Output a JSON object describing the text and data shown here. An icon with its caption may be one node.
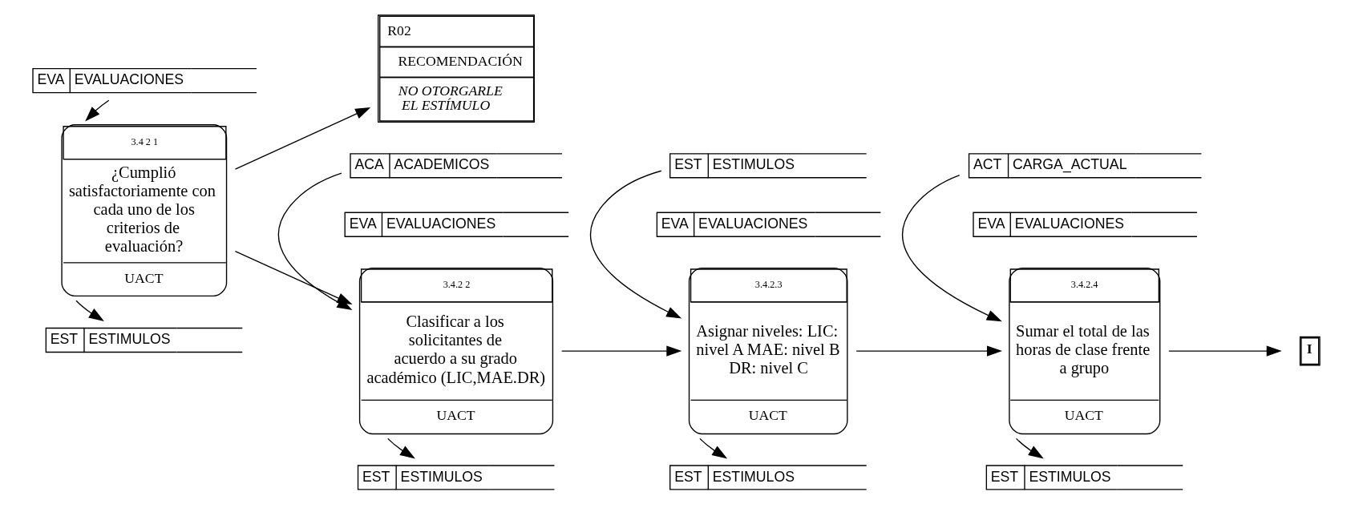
{
  "diagram": {
    "nodes": [
      {
        "text": [
          "EST",
          "ESTIMULOS"
        ]
      },
      {
        "text": [
          "3.4 2 1",
          "¿Cumplió satisfactoriamente con cada uno de los criterios de evaluación?",
          "UACT"
        ]
      },
      {
        "text": [
          "EVA",
          "EVALUACIONES"
        ]
      },
      {
        "text": [
          "EST",
          "ESTIMULOS"
        ]
      },
      {
        "text": [
          "3.4.2 2",
          "Clasificar a los solicitantes de acuerdo a su grado académico (LIC,MAE.DR)",
          "UACT"
        ]
      },
      {
        "text": [
          "ACA",
          "ACADEMICOS"
        ]
      },
      {
        "text": [
          "EVA",
          "EVALUACIONES"
        ]
      },
      {
        "text": [
          "EST",
          "ESTIMULOS"
        ]
      },
      {
        "text": [
          "3.4.2.3",
          "Asignar niveles: LIC: nivel A MAE: nivel B DR: nivel C",
          "UACT"
        ]
      },
      {
        "text": [
          "EST",
          "ESTIMULOS"
        ]
      },
      {
        "text": [
          "EVA",
          "EVALUACIONES"
        ]
      },
      {
        "text": [
          "EST",
          "ESTIMULOS"
        ]
      },
      {
        "text": [
          "3.4.2.4",
          "Sumar el total de las horas de clase frente a grupo",
          "UACT"
        ]
      },
      {
        "text": [
          "ACT",
          "CARGA_ACTUAL"
        ]
      },
      {
        "text": [
          "EVA",
          "EVALUACIONES"
        ]
      },
      {
        "text": [
          "I"
        ]
      },
      {
        "text": [
          "R02",
          "RECOMENDACIÓN",
          "NO OTORGARLE EL ESTÍMULO"
        ]
      }
    ],
    "edges": [
      {
        "from": 1,
        "to": 0,
        "arrow": "to"
      },
      {
        "from": 2,
        "to": 1,
        "arrow": "to"
      },
      {
        "from": 1,
        "to": 4,
        "arrow": "to"
      },
      {
        "from": 4,
        "to": 3,
        "arrow": "to"
      },
      {
        "from": 5,
        "to": 4,
        "arrow": "to"
      },
      {
        "from": 1,
        "to": 16,
        "arrow": "to"
      },
      {
        "from": 4,
        "to": 8,
        "arrow": "to"
      },
      {
        "from": 8,
        "to": 7,
        "arrow": "to"
      },
      {
        "from": 9,
        "to": 8,
        "arrow": "to"
      },
      {
        "from": 8,
        "to": 12,
        "arrow": "to"
      },
      {
        "from": 12,
        "to": 11,
        "arrow": "to"
      },
      {
        "from": 13,
        "to": 12,
        "arrow": "to"
      },
      {
        "from": 12,
        "to": 15,
        "arrow": "to"
      }
    ]
  }
}
